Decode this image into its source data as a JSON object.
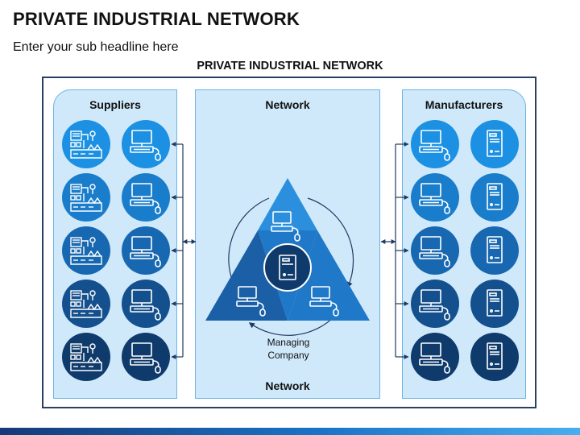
{
  "title": "PRIVATE INDUSTRIAL NETWORK",
  "subtitle": "Enter your sub headline here",
  "diagram": {
    "frame_title": "PRIVATE INDUSTRIAL NETWORK",
    "suppliers": {
      "title": "Suppliers",
      "left_icon": "factory-icon",
      "right_icon": "computer-icon",
      "colors": [
        "#1c91e3",
        "#1a7dcb",
        "#1868b1",
        "#14508d",
        "#0f3a6c"
      ]
    },
    "network": {
      "title_top": "Network",
      "title_bottom": "Network",
      "managing_label_line1": "Managing",
      "managing_label_line2": "Company",
      "triangle_colors": {
        "top": "#2b8fde",
        "left": "#1b5fa6",
        "right": "#1f78c8",
        "center": "#0f3a6c"
      }
    },
    "manufacturers": {
      "title": "Manufacturers",
      "left_icon": "computer-icon",
      "right_icon": "server-tower-icon",
      "colors": [
        "#1c91e3",
        "#1a7dcb",
        "#1868b1",
        "#14508d",
        "#0f3a6c"
      ]
    },
    "line_color": "#1f3a5f",
    "bottom_strip_colors": [
      "#163a78",
      "#1a73c6",
      "#47aef0"
    ]
  }
}
